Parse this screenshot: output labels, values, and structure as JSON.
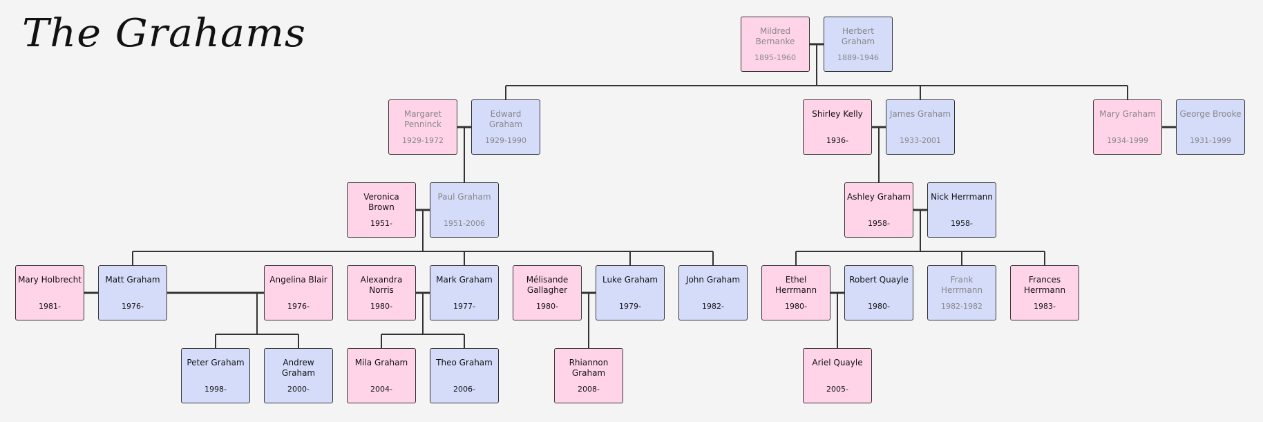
{
  "title": "The Grahams",
  "people": [
    {
      "id": "mildred",
      "name": "Mildred Bernanke",
      "dates": "1895-1960",
      "gender": "female",
      "deceased": true
    },
    {
      "id": "herbert",
      "name": "Herbert Graham",
      "dates": "1889-1946",
      "gender": "male",
      "deceased": true
    },
    {
      "id": "margaret",
      "name": "Margaret Penninck",
      "dates": "1929-1972",
      "gender": "female",
      "deceased": true
    },
    {
      "id": "edward",
      "name": "Edward Graham",
      "dates": "1929-1990",
      "gender": "male",
      "deceased": true
    },
    {
      "id": "shirley",
      "name": "Shirley Kelly",
      "dates": "1936-",
      "gender": "female",
      "deceased": false
    },
    {
      "id": "james",
      "name": "James Graham",
      "dates": "1933-2001",
      "gender": "male",
      "deceased": true
    },
    {
      "id": "mary_g",
      "name": "Mary Graham",
      "dates": "1934-1999",
      "gender": "female",
      "deceased": true
    },
    {
      "id": "george",
      "name": "George Brooke",
      "dates": "1931-1999",
      "gender": "male",
      "deceased": true
    },
    {
      "id": "veronica",
      "name": "Veronica Brown",
      "dates": "1951-",
      "gender": "female",
      "deceased": false
    },
    {
      "id": "paul",
      "name": "Paul Graham",
      "dates": "1951-2006",
      "gender": "male",
      "deceased": true
    },
    {
      "id": "ashley",
      "name": "Ashley Graham",
      "dates": "1958-",
      "gender": "female",
      "deceased": false
    },
    {
      "id": "nick",
      "name": "Nick Herrmann",
      "dates": "1958-",
      "gender": "male",
      "deceased": false
    },
    {
      "id": "mary_h",
      "name": "Mary Holbrecht",
      "dates": "1981-",
      "gender": "female",
      "deceased": false
    },
    {
      "id": "matt",
      "name": "Matt Graham",
      "dates": "1976-",
      "gender": "male",
      "deceased": false
    },
    {
      "id": "angelina",
      "name": "Angelina Blair",
      "dates": "1976-",
      "gender": "female",
      "deceased": false
    },
    {
      "id": "alexandra",
      "name": "Alexandra Norris",
      "dates": "1980-",
      "gender": "female",
      "deceased": false
    },
    {
      "id": "mark",
      "name": "Mark Graham",
      "dates": "1977-",
      "gender": "male",
      "deceased": false
    },
    {
      "id": "melisande",
      "name": "Mélisande Gallagher",
      "dates": "1980-",
      "gender": "female",
      "deceased": false
    },
    {
      "id": "luke",
      "name": "Luke Graham",
      "dates": "1979-",
      "gender": "male",
      "deceased": false
    },
    {
      "id": "john",
      "name": "John Graham",
      "dates": "1982-",
      "gender": "male",
      "deceased": false
    },
    {
      "id": "ethel",
      "name": "Ethel Herrmann",
      "dates": "1980-",
      "gender": "female",
      "deceased": false
    },
    {
      "id": "robert",
      "name": "Robert Quayle",
      "dates": "1980-",
      "gender": "male",
      "deceased": false
    },
    {
      "id": "frank",
      "name": "Frank Herrmann",
      "dates": "1982-1982",
      "gender": "male",
      "deceased": true
    },
    {
      "id": "frances",
      "name": "Frances Herrmann",
      "dates": "1983-",
      "gender": "female",
      "deceased": false
    },
    {
      "id": "peter",
      "name": "Peter Graham",
      "dates": "1998-",
      "gender": "male",
      "deceased": false
    },
    {
      "id": "andrew",
      "name": "Andrew Graham",
      "dates": "2000-",
      "gender": "male",
      "deceased": false
    },
    {
      "id": "mila",
      "name": "Mila Graham",
      "dates": "2004-",
      "gender": "female",
      "deceased": false
    },
    {
      "id": "theo",
      "name": "Theo Graham",
      "dates": "2006-",
      "gender": "male",
      "deceased": false
    },
    {
      "id": "rhiannon",
      "name": "Rhiannon Graham",
      "dates": "2008-",
      "gender": "female",
      "deceased": false
    },
    {
      "id": "ariel",
      "name": "Ariel Quayle",
      "dates": "2005-",
      "gender": "female",
      "deceased": false
    }
  ],
  "couples": [
    {
      "partners": [
        "mildred",
        "herbert"
      ],
      "children": [
        "edward",
        "james",
        "mary_g"
      ]
    },
    {
      "partners": [
        "margaret",
        "edward"
      ],
      "children": [
        "paul"
      ]
    },
    {
      "partners": [
        "shirley",
        "james"
      ],
      "children": [
        "ashley"
      ]
    },
    {
      "partners": [
        "mary_g",
        "george"
      ],
      "children": []
    },
    {
      "partners": [
        "veronica",
        "paul"
      ],
      "children": [
        "matt",
        "mark",
        "luke",
        "john"
      ]
    },
    {
      "partners": [
        "ashley",
        "nick"
      ],
      "children": [
        "ethel",
        "frank",
        "frances"
      ]
    },
    {
      "partners": [
        "mary_h",
        "matt"
      ],
      "children": []
    },
    {
      "partners": [
        "matt",
        "angelina"
      ],
      "children": [
        "peter",
        "andrew"
      ]
    },
    {
      "partners": [
        "alexandra",
        "mark"
      ],
      "children": [
        "mila",
        "theo"
      ]
    },
    {
      "partners": [
        "melisande",
        "luke"
      ],
      "children": [
        "rhiannon"
      ]
    },
    {
      "partners": [
        "ethel",
        "robert"
      ],
      "children": [
        "ariel"
      ]
    }
  ]
}
